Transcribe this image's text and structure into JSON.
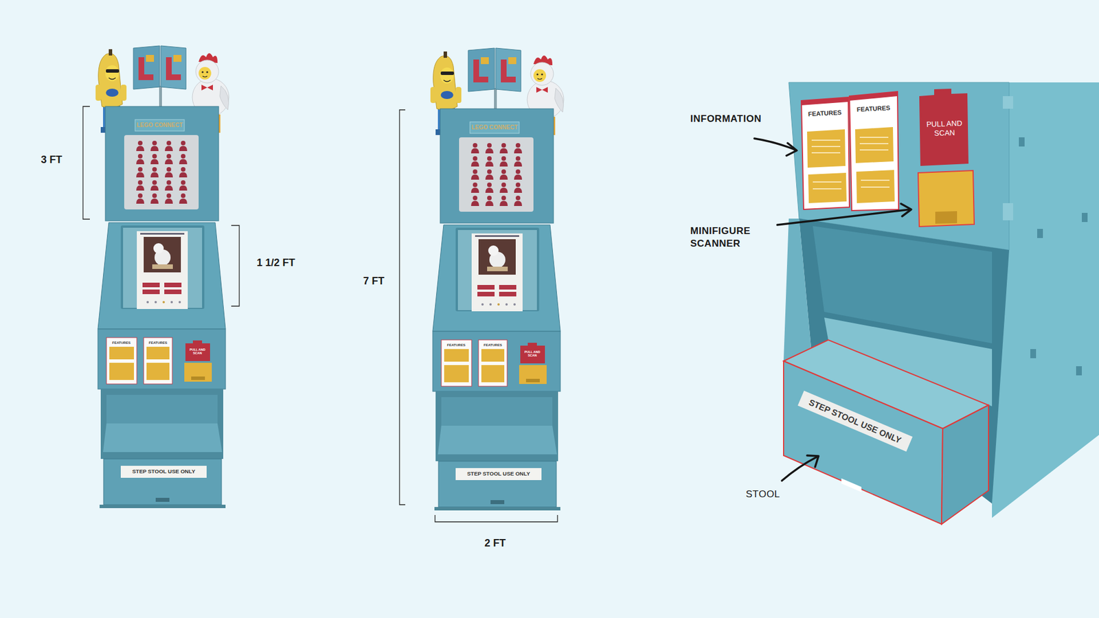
{
  "diagram": {
    "labels": [
      "3 FT",
      "LEGO CONNECT",
      "FEATURES",
      "FEATURES",
      "PULL AND SCAN",
      "STEP STOOL USE ONLY",
      "1 1/2 FT",
      "7 FT",
      "LEGO CONNECT",
      "FEATURES",
      "FEATURES",
      "PULL AND SCAN",
      "STEP STOOL USE ONLY",
      "2 FT",
      "INFORMATION",
      "FEATURES",
      "FEATURES",
      "PULL AND SCAN",
      "MINIFIGURE SCANNER",
      "STEP STOOL USE ONLY",
      "STOOL"
    ]
  }
}
